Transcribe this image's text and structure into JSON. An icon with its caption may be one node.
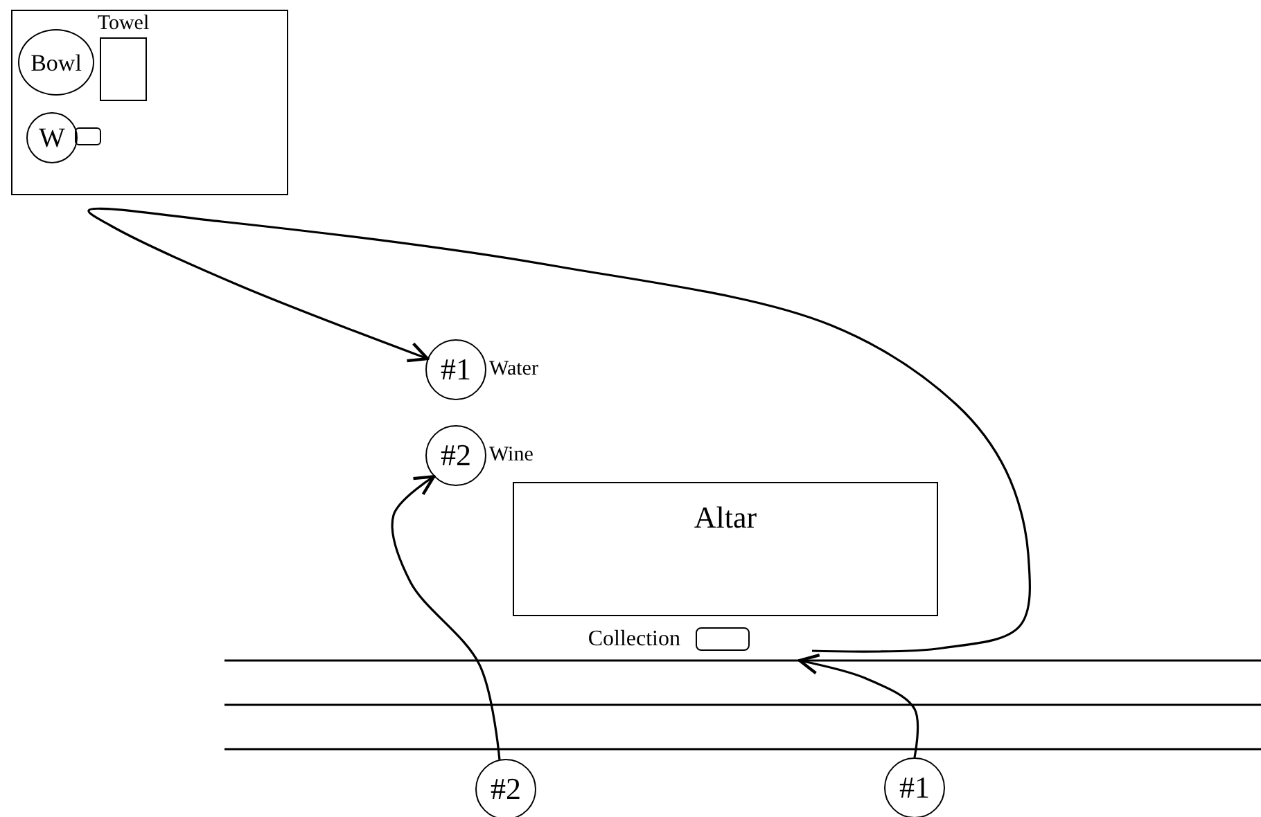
{
  "diagram": {
    "nodes": [
      {
        "text": [],
        "shape": "box"
      },
      {
        "text": [
          "Bowl"
        ],
        "in": 0
      },
      {
        "text": [
          "Towel"
        ],
        "in": 0
      },
      {
        "text": [
          "W"
        ],
        "in": 0
      },
      {
        "text": [],
        "shape": "box",
        "in": 0
      },
      {
        "text": [
          "#1"
        ],
        "beside": [
          "Water"
        ]
      },
      {
        "text": [
          "#2"
        ],
        "beside": [
          "Wine"
        ]
      },
      {
        "text": [
          "Altar"
        ]
      },
      {
        "text": [],
        "shape": "box",
        "beside": [
          "Collection"
        ]
      },
      {
        "text": [
          "#2"
        ]
      },
      {
        "text": [
          "#1"
        ]
      }
    ],
    "edges": [
      {
        "from": 10,
        "to": null,
        "arrow": "to"
      },
      {
        "from": null,
        "to": 5,
        "arrow": "to"
      },
      {
        "from": 9,
        "to": 6,
        "arrow": "to"
      }
    ]
  }
}
